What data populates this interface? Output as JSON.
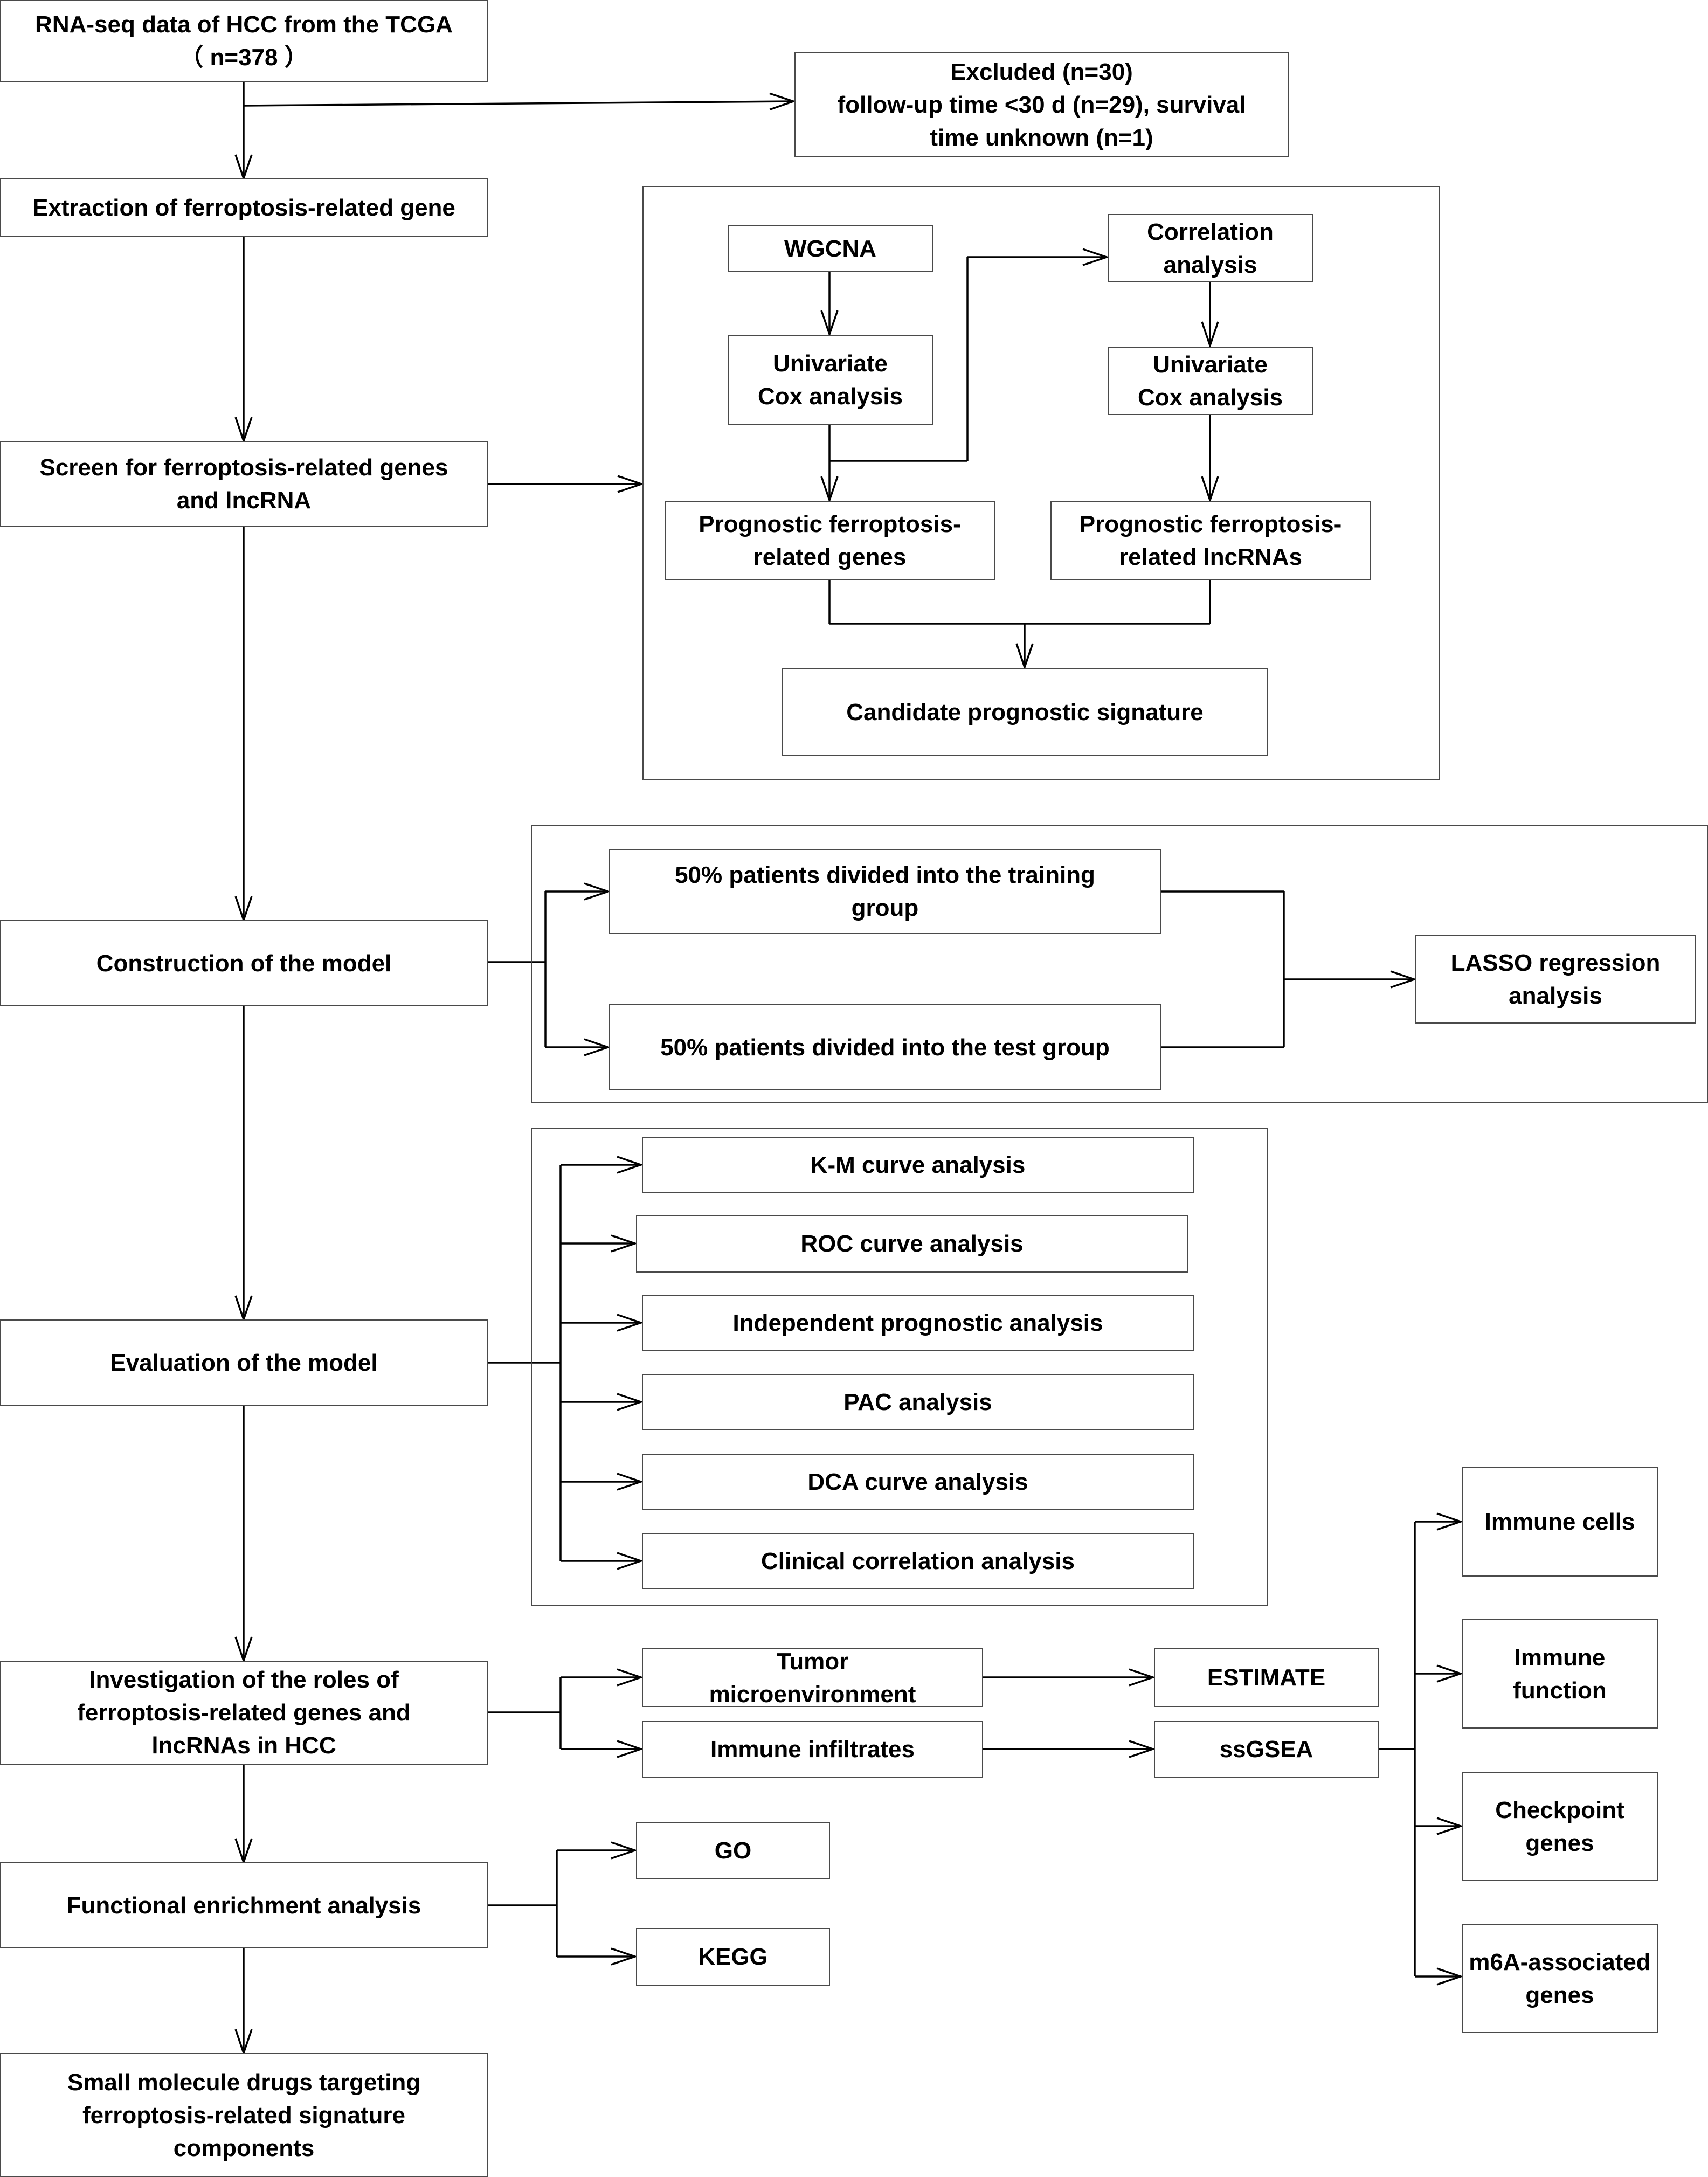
{
  "colors": {
    "stroke": "#000000",
    "box_border": "#4a4a4a",
    "text": "#000000",
    "background": "#ffffff"
  },
  "nodes": {
    "rnaseq": "RNA-seq data of HCC from the TCGA\n（ n=378 ）",
    "excluded": "Excluded (n=30)\nfollow-up time <30 d (n=29), survival\ntime unknown (n=1)",
    "extraction": "Extraction of ferroptosis-related gene",
    "screen": "Screen for ferroptosis-related genes\nand lncRNA",
    "wgcna": "WGCNA",
    "univariate_left": "Univariate\nCox analysis",
    "correlation": "Correlation\nanalysis",
    "univariate_right": "Univariate\nCox analysis",
    "prog_genes": "Prognostic ferroptosis-\nrelated genes",
    "prog_lncrnas": "Prognostic ferroptosis-\nrelated lncRNAs",
    "candidate": "Candidate prognostic signature",
    "construction": "Construction of the model",
    "training": "50% patients divided into the training\ngroup",
    "test": "50% patients divided into the test group",
    "lasso": "LASSO regression\nanalysis",
    "evaluation": "Evaluation of the model",
    "km": "K-M curve analysis",
    "roc": "ROC curve analysis",
    "independent": "Independent prognostic analysis",
    "pac": "PAC analysis",
    "dca": "DCA curve analysis",
    "clinical": "Clinical correlation analysis",
    "investigation": "Investigation of the roles of\nferroptosis-related genes and\nlncRNAs in HCC",
    "tumor": "Tumor\nmicroenvironment",
    "immune_infiltrates": "Immune infiltrates",
    "estimate": "ESTIMATE",
    "ssgsea": "ssGSEA",
    "immune_cells": "Immune cells",
    "immune_function": "Immune\nfunction",
    "checkpoint": "Checkpoint\ngenes",
    "m6a": "m6A-associated\ngenes",
    "functional": "Functional enrichment analysis",
    "go": "GO",
    "kegg": "KEGG",
    "small_molecule": "Small molecule drugs targeting\nferroptosis-related signature\ncomponents"
  }
}
